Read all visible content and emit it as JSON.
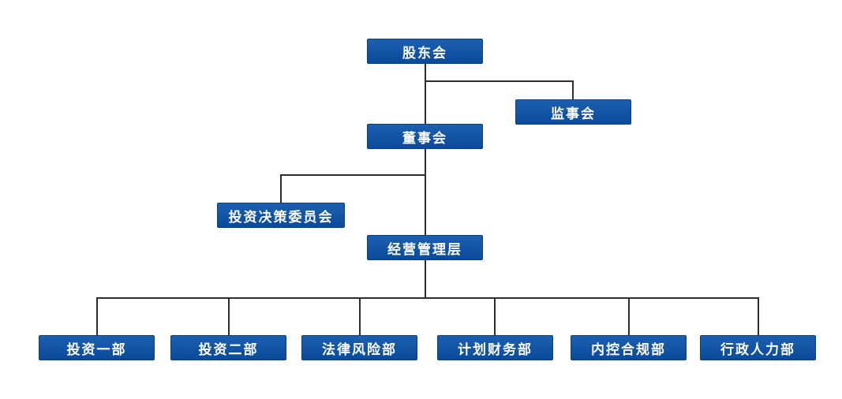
{
  "org_chart": {
    "shareholders": "股东会",
    "supervisors": "监事会",
    "board": "董事会",
    "investment_committee": "投资决策委员会",
    "management": "经营管理层",
    "departments": [
      "投资一部",
      "投资二部",
      "法律风险部",
      "计划财务部",
      "内控合规部",
      "行政人力部"
    ]
  },
  "colors": {
    "node_fill": "#0a4a9a",
    "node_border": "#083f86",
    "node_text": "#ffffff",
    "connector": "#2e2e2e"
  }
}
